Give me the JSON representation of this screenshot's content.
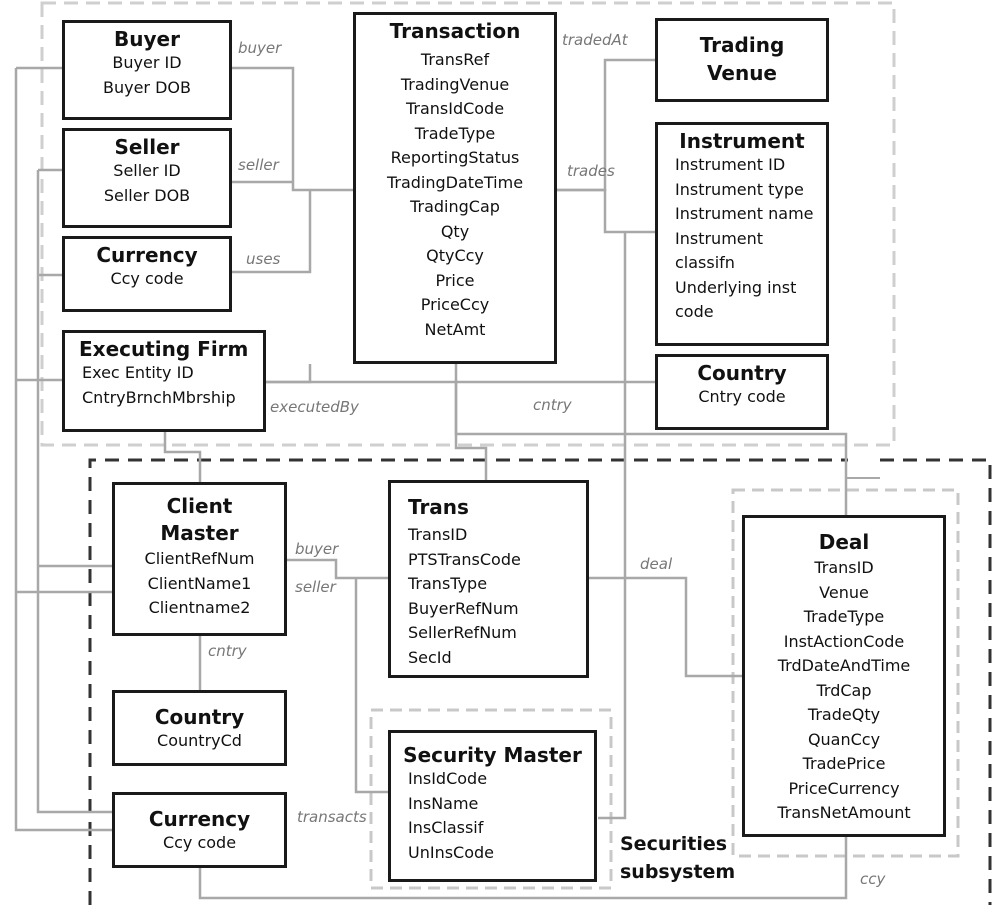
{
  "entities": {
    "buyer": {
      "title": "Buyer",
      "attrs": [
        "Buyer ID",
        "Buyer DOB"
      ]
    },
    "seller": {
      "title": "Seller",
      "attrs": [
        "Seller ID",
        "Seller DOB"
      ]
    },
    "currency_top": {
      "title": "Currency",
      "attrs": [
        "Ccy code"
      ]
    },
    "executing_firm": {
      "title": "Executing Firm",
      "attrs": [
        "Exec Entity ID",
        "CntryBrnchMbrship"
      ]
    },
    "transaction": {
      "title": "Transaction",
      "attrs": [
        "TransRef",
        "TradingVenue",
        "TransIdCode",
        "TradeType",
        "ReportingStatus",
        "TradingDateTime",
        "TradingCap",
        "Qty",
        "QtyCcy",
        "Price",
        "PriceCcy",
        "NetAmt"
      ]
    },
    "trading_venue": {
      "title_line1": "Trading",
      "title_line2": "Venue"
    },
    "instrument": {
      "title": "Instrument",
      "attrs": [
        "Instrument ID",
        "Instrument type",
        "Instrument name",
        "Instrument",
        "classifn",
        "Underlying inst",
        "code"
      ]
    },
    "country_top": {
      "title": "Country",
      "attrs": [
        "Cntry code"
      ]
    },
    "client_master": {
      "title_line1": "Client",
      "title_line2": "Master",
      "attrs": [
        "ClientRefNum",
        "ClientName1",
        "Clientname2"
      ]
    },
    "trans": {
      "title": "Trans",
      "attrs": [
        "TransID",
        "PTSTransCode",
        "TransType",
        "BuyerRefNum",
        "SellerRefNum",
        "SecId"
      ]
    },
    "deal": {
      "title": "Deal",
      "attrs": [
        "TransID",
        "Venue",
        "TradeType",
        "InstActionCode",
        "TrdDateAndTime",
        "TrdCap",
        "TradeQty",
        "QuanCcy",
        "TradePrice",
        "PriceCurrency",
        "TransNetAmount"
      ]
    },
    "country_bottom": {
      "title": "Country",
      "attrs": [
        "CountryCd"
      ]
    },
    "currency_bottom": {
      "title": "Currency",
      "attrs": [
        "Ccy code"
      ]
    },
    "security_master": {
      "title": "Security Master",
      "attrs": [
        "InsIdCode",
        "InsName",
        "InsClassif",
        "UnInsCode"
      ]
    }
  },
  "relationships": {
    "buyer": "buyer",
    "seller": "seller",
    "uses": "uses",
    "executed_by": "executedBy",
    "traded_at": "tradedAt",
    "trades": "trades",
    "cntry_top": "cntry",
    "buyer_bottom": "buyer",
    "seller_bottom": "seller",
    "deal": "deal",
    "cntry_bottom": "cntry",
    "transacts": "transacts",
    "ccy": "ccy"
  },
  "subsystem_caption": {
    "line1": "Securities",
    "line2": "subsystem"
  },
  "colors": {
    "entity_border": "#1a1a1a",
    "connector": "#a8a8a8",
    "label": "#777777",
    "outer_dashed_light": "#cfcfcf",
    "outer_dashed_dark": "#333333"
  }
}
